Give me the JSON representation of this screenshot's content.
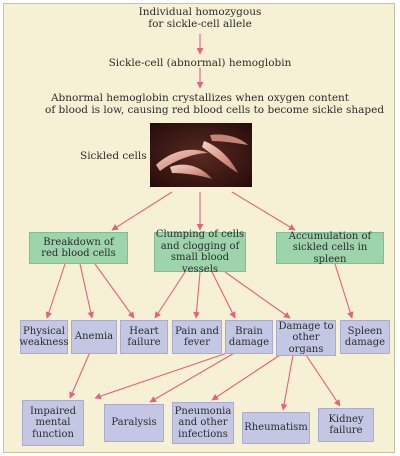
{
  "top": {
    "line1": "Individual homozygous",
    "line2": "for sickle-cell allele"
  },
  "hemoglobin": "Sickle-cell (abnormal) hemoglobin",
  "crystallize": {
    "line1": "Abnormal hemoglobin crystallizes when oxygen content",
    "line2": "of blood is low, causing red blood cells to become sickle shaped"
  },
  "sickled_label": "Sickled cells",
  "causes": {
    "breakdown": "Breakdown of\nred blood cells",
    "clumping": "Clumping of cells\nand clogging of\nsmall blood vessels",
    "accumulation": "Accumulation of\nsickled cells in spleen"
  },
  "effects": {
    "weakness": "Physical\nweakness",
    "anemia": "Anemia",
    "heart": "Heart\nfailure",
    "pain": "Pain and\nfever",
    "brain": "Brain\ndamage",
    "organs": "Damage to\nother organs",
    "spleen": "Spleen\ndamage"
  },
  "outcomes": {
    "mental": "Impaired\nmental\nfunction",
    "paralysis": "Paralysis",
    "pneumonia": "Pneumonia\nand other\ninfections",
    "rheumatism": "Rheumatism",
    "kidney": "Kidney\nfailure"
  },
  "colors": {
    "background": "#f6f1d4",
    "cause_box": "#9dd4ac",
    "effect_box": "#c4c7e3",
    "arrow": "#e8607a"
  }
}
